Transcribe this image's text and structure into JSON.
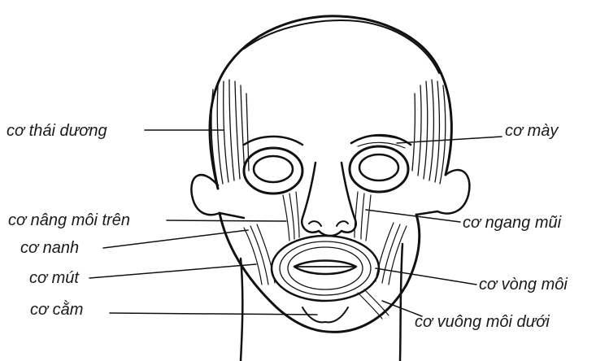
{
  "labels": {
    "temporalis": "cơ thái dương",
    "corrugator": "cơ mày",
    "levator_labii": "cơ nâng môi trên",
    "nasalis": "cơ ngang mũi",
    "caninus": "cơ nanh",
    "buccinator": "cơ mút",
    "orbicularis_oris": "cơ vòng môi",
    "mentalis": "cơ cằm",
    "depressor_labii": "cơ vuông môi dưới"
  }
}
